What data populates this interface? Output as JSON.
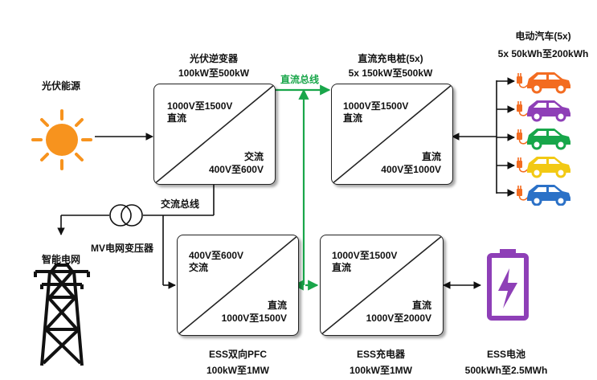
{
  "solar_source": {
    "label": "光伏能源"
  },
  "pv_inverter": {
    "title": "光伏逆变器",
    "rating": "100kW至500kW",
    "input_range": "1000V至1500V",
    "input_type": "直流",
    "output_type": "交流",
    "output_range": "400V至600V"
  },
  "dc_bus": {
    "label": "直流总线"
  },
  "ac_bus": {
    "label": "交流总线"
  },
  "dc_charger": {
    "title": "直流充电桩(5x)",
    "rating": "5x 150kW至500kW",
    "input_range": "1000V至1500V",
    "input_type": "直流",
    "output_type": "直流",
    "output_range": "400V至1000V"
  },
  "ev": {
    "title": "电动汽车(5x)",
    "rating": "5x 50kWh至200kWh",
    "car_colors": [
      "#f36c21",
      "#8e3fb7",
      "#17a64a",
      "#f2c914",
      "#2b71c7"
    ],
    "plug_color": "#f36c21"
  },
  "transformer": {
    "label": "MV电网变压器"
  },
  "smart_grid": {
    "label": "智能电网"
  },
  "ess_pfc": {
    "title": "ESS双向PFC",
    "rating": "100kW至1MW",
    "ac_range": "400V至600V",
    "ac_type": "交流",
    "dc_type": "直流",
    "dc_range": "1000V至1500V"
  },
  "ess_charger": {
    "title": "ESS充电器",
    "rating": "100kW至1MW",
    "input_range": "1000V至1500V",
    "input_type": "直流",
    "output_type": "直流",
    "output_range": "1000V至2000V"
  },
  "ess_battery": {
    "title": "ESS电池",
    "rating": "500kWh至2.5MWh",
    "color": "#8e3fb7"
  },
  "colors": {
    "dc_bus": "#19a64a",
    "sun": "#f7931e",
    "wire": "#111111"
  }
}
